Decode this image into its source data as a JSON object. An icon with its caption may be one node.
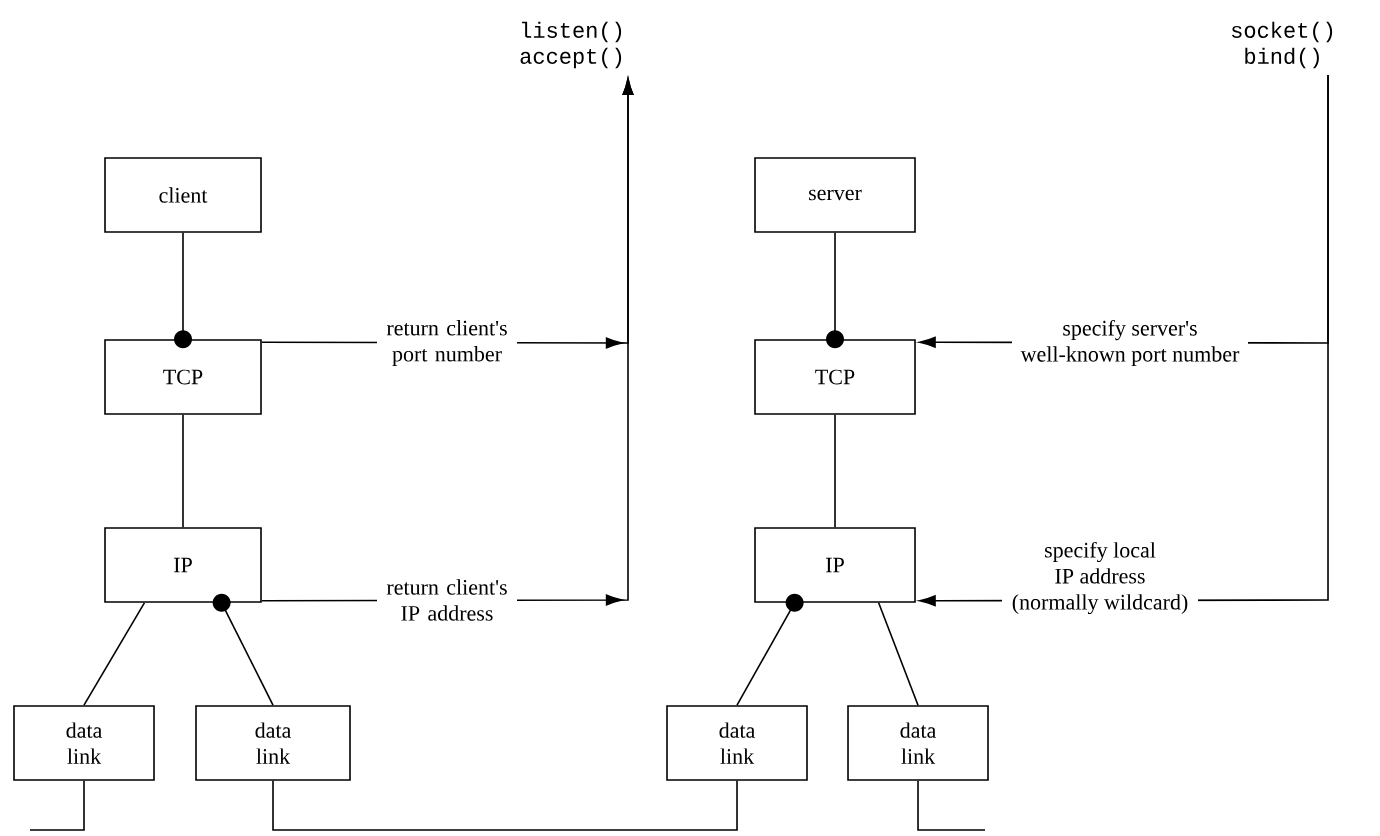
{
  "diagram": {
    "nodes": [
      {
        "text": [
          "client"
        ]
      },
      {
        "text": [
          "TCP"
        ]
      },
      {
        "text": [
          "IP"
        ]
      },
      {
        "text": [
          "data link"
        ]
      },
      {
        "text": [
          "data link"
        ]
      },
      {
        "text": [
          "server"
        ]
      },
      {
        "text": [
          "TCP"
        ]
      },
      {
        "text": [
          "IP"
        ]
      },
      {
        "text": [
          "data link"
        ]
      },
      {
        "text": [
          "data link"
        ]
      },
      {
        "text": [
          "listen()",
          "accept()"
        ]
      },
      {
        "text": [
          "socket()",
          "bind()"
        ]
      }
    ],
    "edges": [
      {
        "from": 0,
        "to": 1,
        "arrow": "other"
      },
      {
        "from": 1,
        "to": 2,
        "arrow": "none"
      },
      {
        "from": 2,
        "to": 3,
        "arrow": "none"
      },
      {
        "from": 4,
        "to": 2,
        "arrow": "other"
      },
      {
        "from": 5,
        "to": 6,
        "arrow": "other"
      },
      {
        "from": 6,
        "to": 7,
        "arrow": "none"
      },
      {
        "from": 8,
        "to": 7,
        "arrow": "other"
      },
      {
        "from": 7,
        "to": 9,
        "arrow": "none"
      },
      {
        "from": 1,
        "to": 10,
        "arrow": "to",
        "label": "return client's port number"
      },
      {
        "from": 2,
        "to": 10,
        "arrow": "to",
        "label": "return client's IP address"
      },
      {
        "from": 11,
        "to": 6,
        "arrow": "to",
        "label": "specify server's well-known port number"
      },
      {
        "from": 11,
        "to": 7,
        "arrow": "to",
        "label": "specify local IP address (normally wildcard)"
      },
      {
        "from": 3,
        "to": null,
        "arrow": "none"
      },
      {
        "from": 4,
        "to": 8,
        "arrow": "none"
      },
      {
        "from": 9,
        "to": null,
        "arrow": "none"
      }
    ]
  }
}
